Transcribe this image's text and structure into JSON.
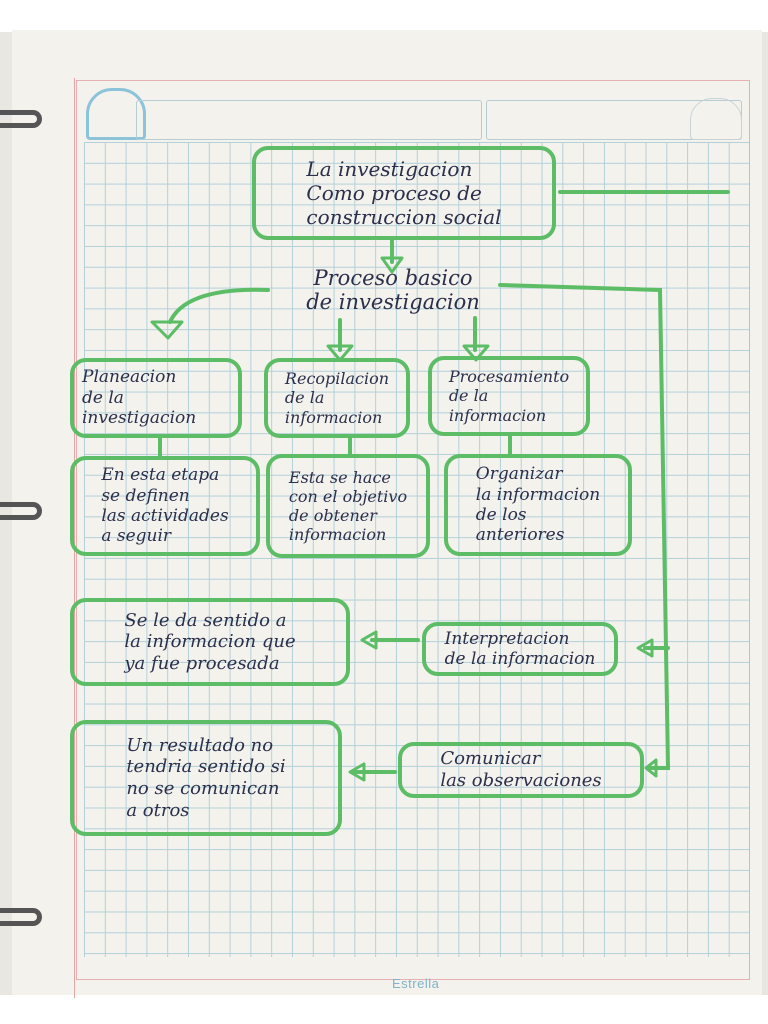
{
  "brand": "Estrella",
  "nodes": {
    "root": "La investigacion\nComo proceso de\nconstruccion social",
    "process": "Proceso basico\nde investigacion",
    "planeacion": "Planeacion\nde la investigacion",
    "recopilacion": "Recopilacion\nde la\ninformacion",
    "procesamiento": "Procesamiento\nde la\ninformacion",
    "planeacion_desc": "En esta etapa\nse definen\nlas actividades\na seguir",
    "recopilacion_desc": "Esta se hace\ncon el objetivo\nde obtener\ninformacion",
    "procesamiento_desc": "Organizar\nla informacion\nde los\nanteriores",
    "interpretacion": "Interpretacion\nde la informacion",
    "interpretacion_desc": "Se le da sentido a\nla informacion que\nya fue procesada",
    "comunicar": "Comunicar\nlas observaciones",
    "comunicar_desc": "Un resultado no\ntendria sentido si\nno se comunican\na otros"
  },
  "colors": {
    "ink": "#2b2f4a",
    "highlighter": "#5cbd66",
    "grid": "#9ec5d3"
  }
}
